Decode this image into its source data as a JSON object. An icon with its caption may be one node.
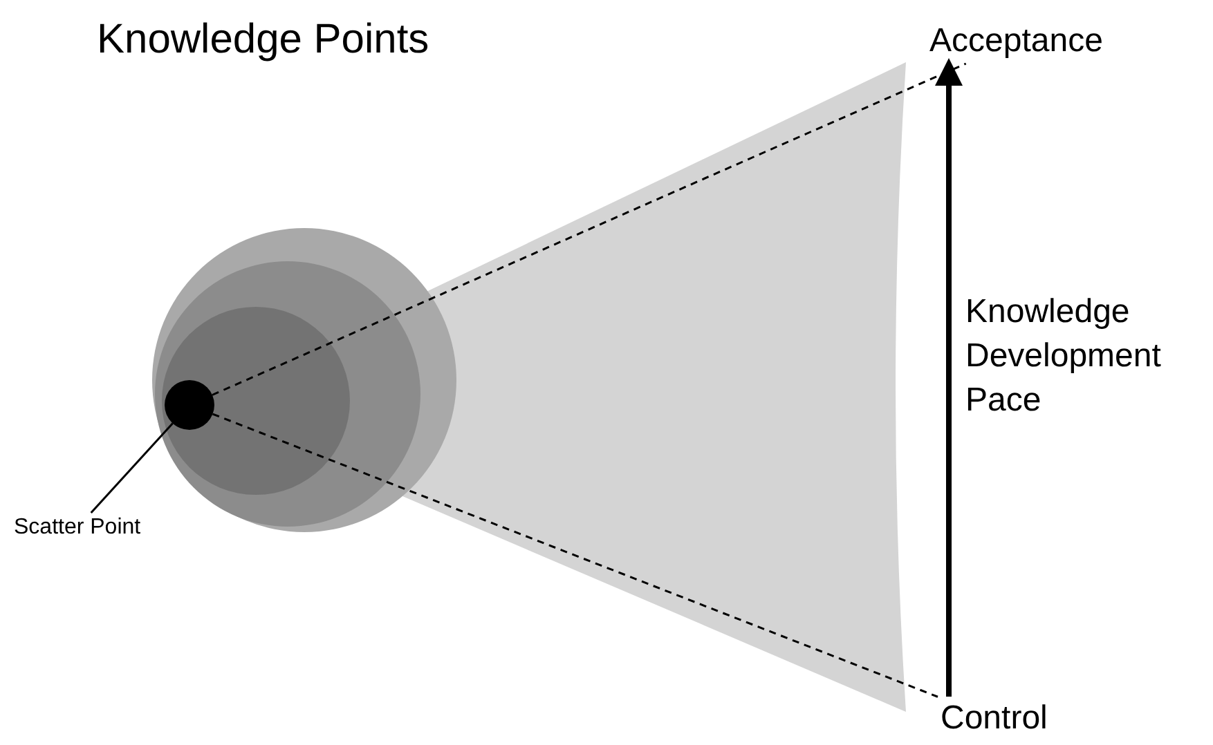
{
  "diagram": {
    "title": "Knowledge Points",
    "nodes": [
      {
        "text": [
          "Acceptance"
        ]
      },
      {
        "text": [],
        "shape": "circle"
      },
      {
        "text": [
          "Scatter Point"
        ]
      },
      {
        "text": [
          "Control"
        ]
      }
    ],
    "edges": [
      {
        "from": 1,
        "to": 0,
        "arrow": "none",
        "style": "dashed"
      },
      {
        "from": 1,
        "to": 3,
        "arrow": "none",
        "style": "dashed"
      },
      {
        "from": 2,
        "to": 1,
        "arrow": "none"
      },
      {
        "from": 3,
        "to": 0,
        "arrow": "to",
        "style": "thick",
        "label": "Knowledge Development Pace"
      }
    ]
  }
}
